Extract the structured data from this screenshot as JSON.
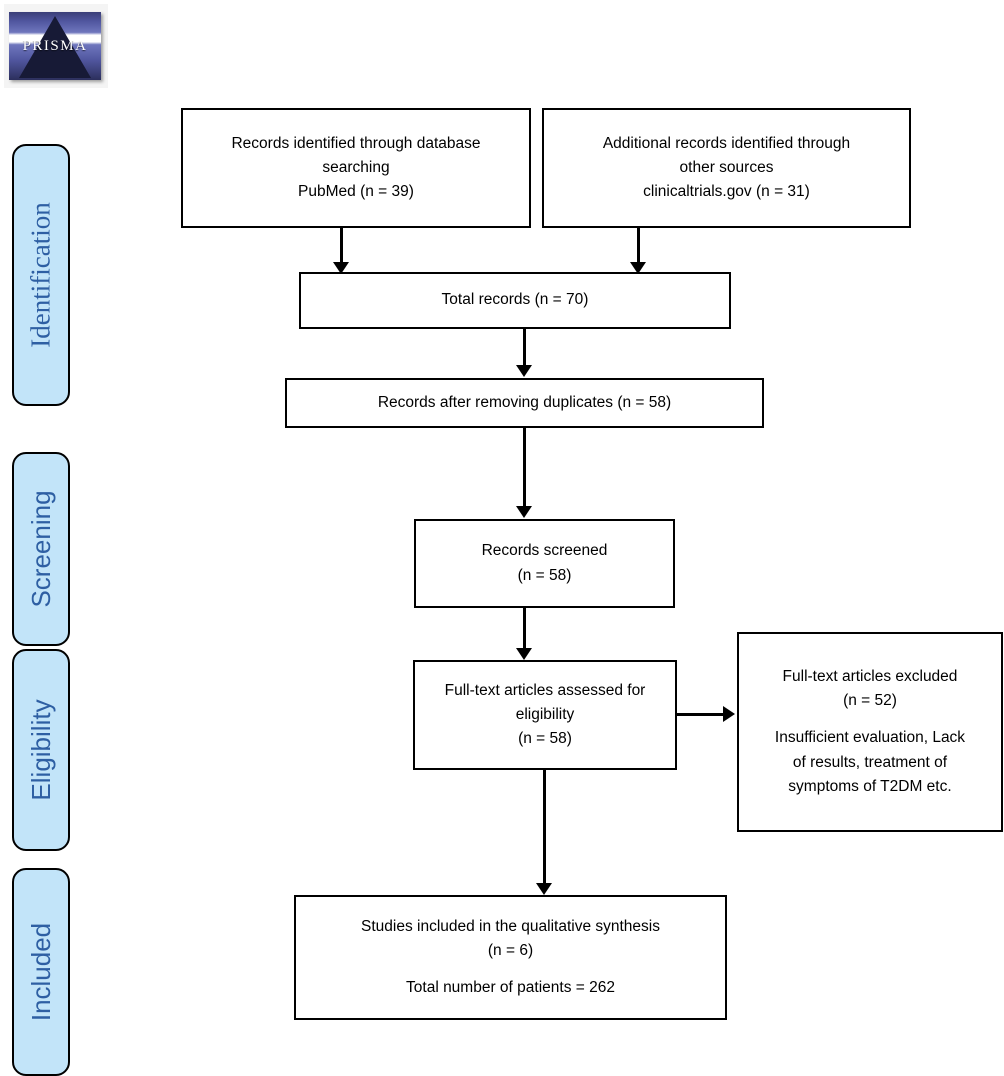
{
  "logo": {
    "text": "PRISMA",
    "alt": "prisma-logo"
  },
  "stages": [
    {
      "label": "Identification"
    },
    {
      "label": "Screening"
    },
    {
      "label": "Eligibility"
    },
    {
      "label": "Included"
    }
  ],
  "flow": {
    "database_search": {
      "line1": "Records identified through database",
      "line2": "searching",
      "line3": "PubMed (n = 39)"
    },
    "other_sources": {
      "line1": "Additional records identified through",
      "line2": "other sources",
      "line3": "clinicaltrials.gov (n = 31)"
    },
    "total_records": {
      "line1": "Total records (n = 70)"
    },
    "after_duplicates": {
      "line1": "Records after removing duplicates (n = 58)"
    },
    "records_screened": {
      "line1": "Records screened",
      "line2": "(n = 58)"
    },
    "fulltext_assessed": {
      "line1": "Full-text articles assessed for",
      "line2": "eligibility",
      "line3": "(n = 58)"
    },
    "fulltext_excluded": {
      "line1": "Full-text articles excluded",
      "line2": "(n = 52)",
      "line3": "Insufficient evaluation, Lack",
      "line4": "of results, treatment of",
      "line5": "symptoms of T2DM etc."
    },
    "studies_included": {
      "line1": "Studies included in the qualitative synthesis",
      "line2": "(n = 6)",
      "line3": "Total number of patients = 262"
    }
  },
  "colors": {
    "stage_fill": "#c2e4f9",
    "stage_text": "#2e5fa3",
    "box_border": "#000000",
    "logo_blue": "#5157a0",
    "logo_triangle": "#171a36"
  }
}
